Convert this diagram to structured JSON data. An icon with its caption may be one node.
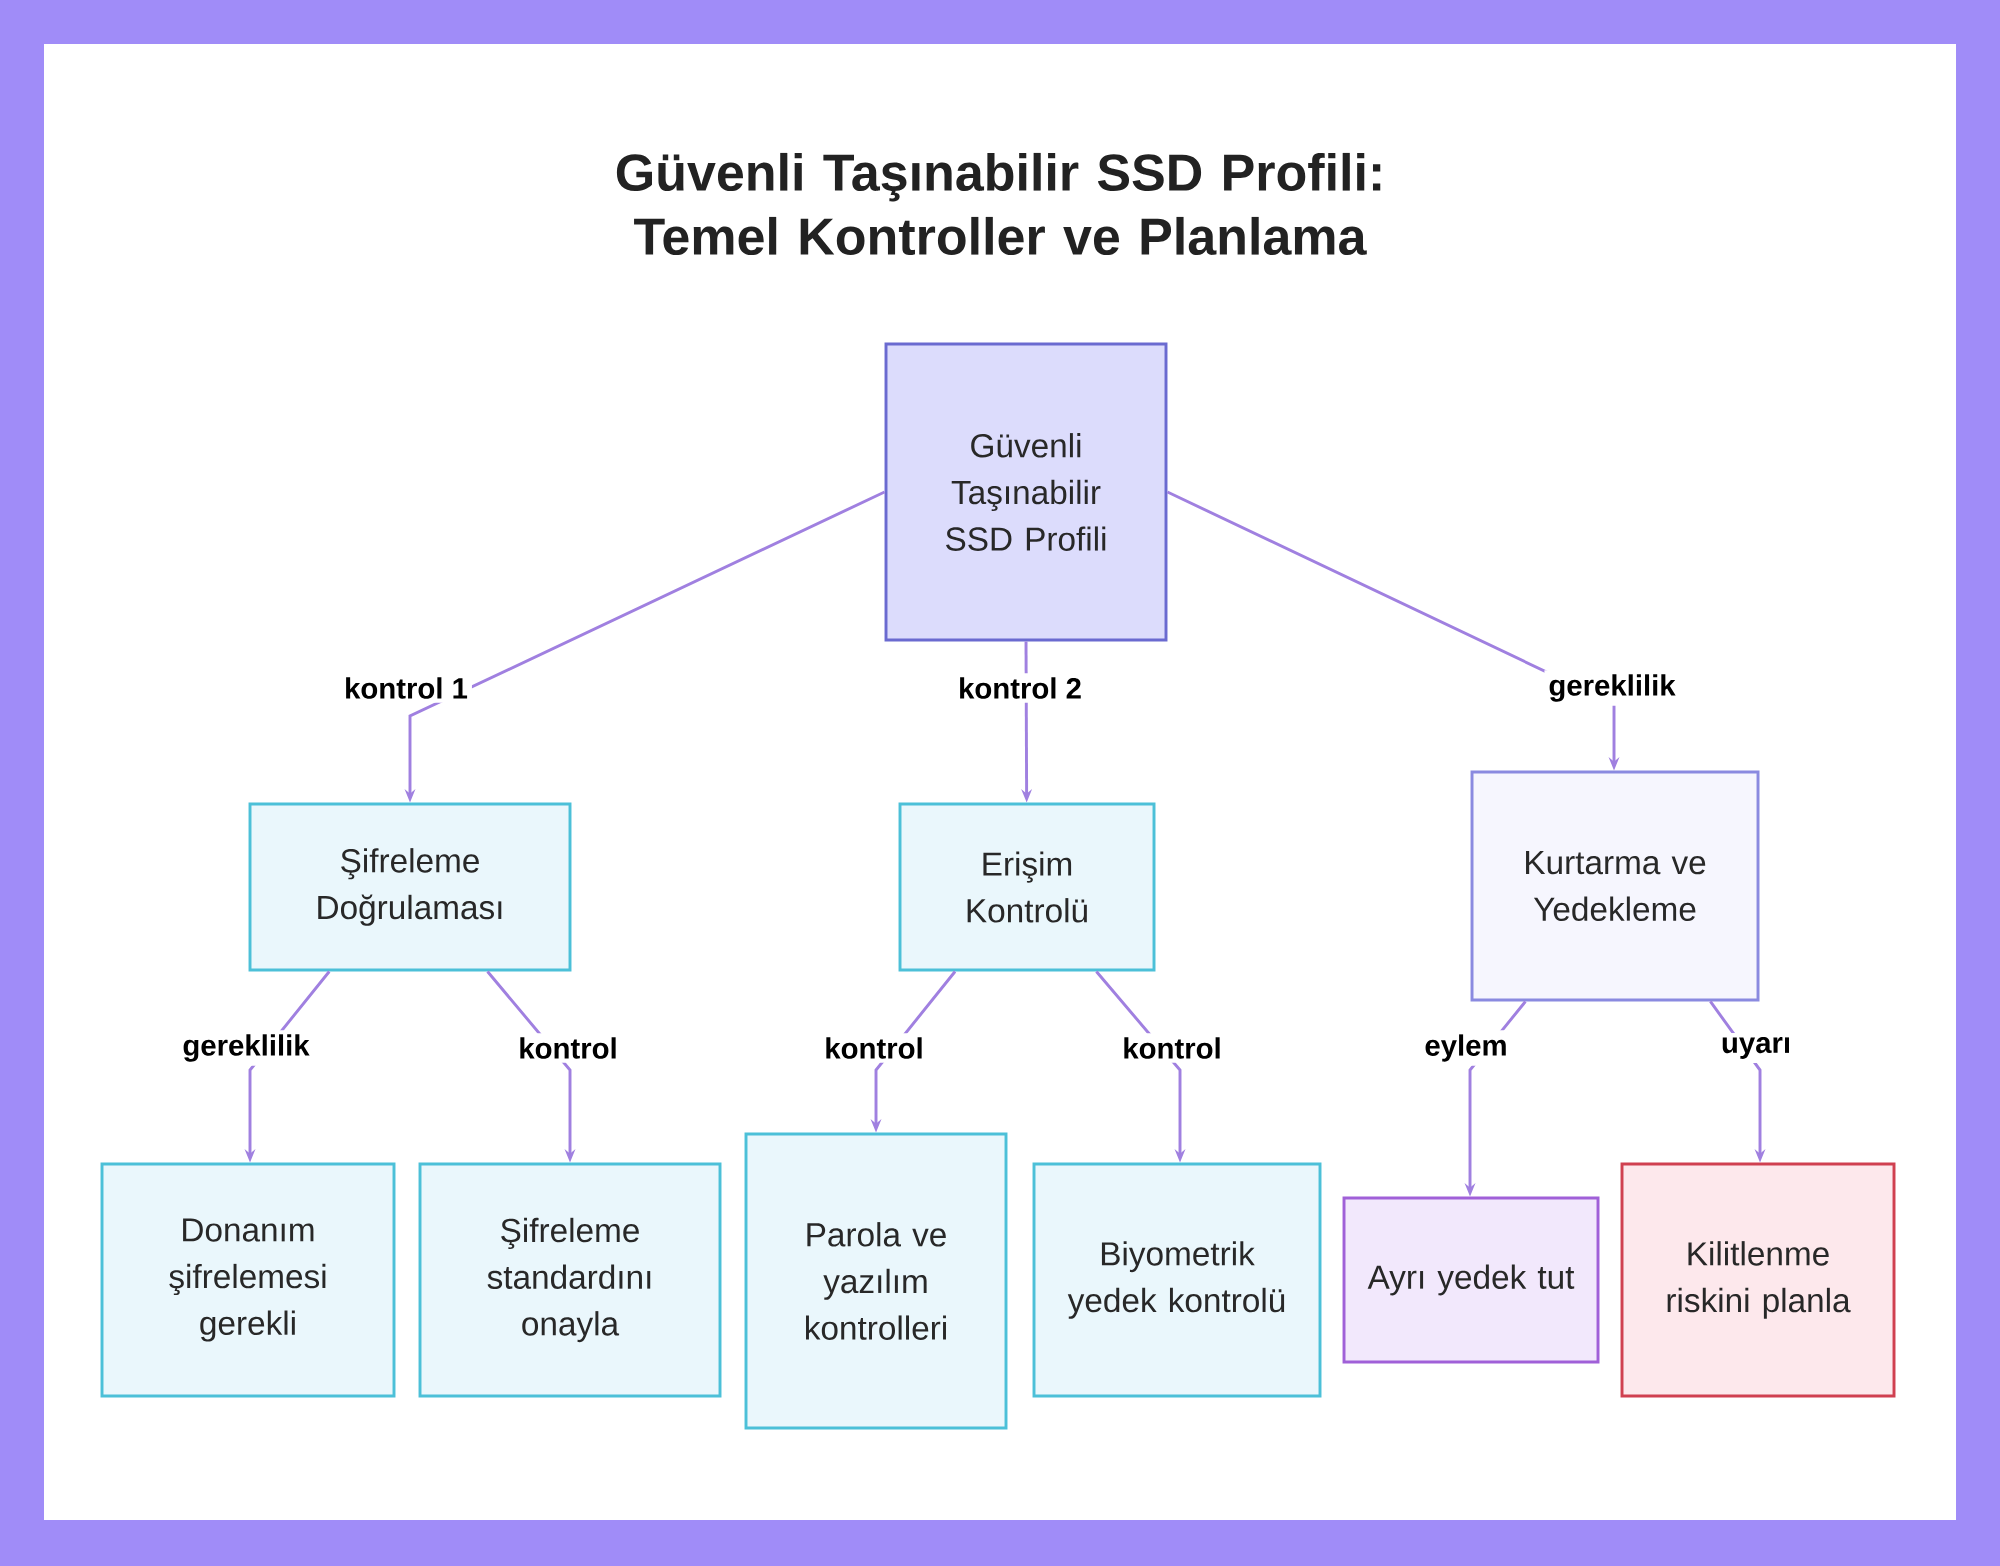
{
  "diagram": {
    "title": "Güvenli Taşınabilir SSD Profili: Temel Kontroller ve Planlama",
    "nodes": [
      {
        "text": [
          "Güvenli Taşınabilir SSD Profili"
        ]
      },
      {
        "text": [
          "Şifreleme Doğrulaması"
        ]
      },
      {
        "text": [
          "Erişim Kontrolü"
        ]
      },
      {
        "text": [
          "Kurtarma ve Yedekleme"
        ]
      },
      {
        "text": [
          "Donanım şifrelemesi gerekli"
        ]
      },
      {
        "text": [
          "Şifreleme standardını onayla"
        ]
      },
      {
        "text": [
          "Parola ve yazılım kontrolleri"
        ]
      },
      {
        "text": [
          "Biyometrik yedek kontrolü"
        ]
      },
      {
        "text": [
          "Ayrı yedek tut"
        ]
      },
      {
        "text": [
          "Kilitlenme riskini planla"
        ]
      }
    ],
    "edges": [
      {
        "from": 0,
        "to": 1,
        "arrow": "to",
        "label": "kontrol 1"
      },
      {
        "from": 0,
        "to": 2,
        "arrow": "to",
        "label": "kontrol 2"
      },
      {
        "from": 0,
        "to": 3,
        "arrow": "to",
        "label": "gereklilik"
      },
      {
        "from": 1,
        "to": 4,
        "arrow": "to",
        "label": "gereklilik"
      },
      {
        "from": 1,
        "to": 5,
        "arrow": "to",
        "label": "kontrol"
      },
      {
        "from": 2,
        "to": 6,
        "arrow": "to",
        "label": "kontrol"
      },
      {
        "from": 2,
        "to": 7,
        "arrow": "to",
        "label": "kontrol"
      },
      {
        "from": 3,
        "to": 8,
        "arrow": "to",
        "label": "eylem"
      },
      {
        "from": 3,
        "to": 9,
        "arrow": "to",
        "label": "uyarı"
      }
    ]
  }
}
